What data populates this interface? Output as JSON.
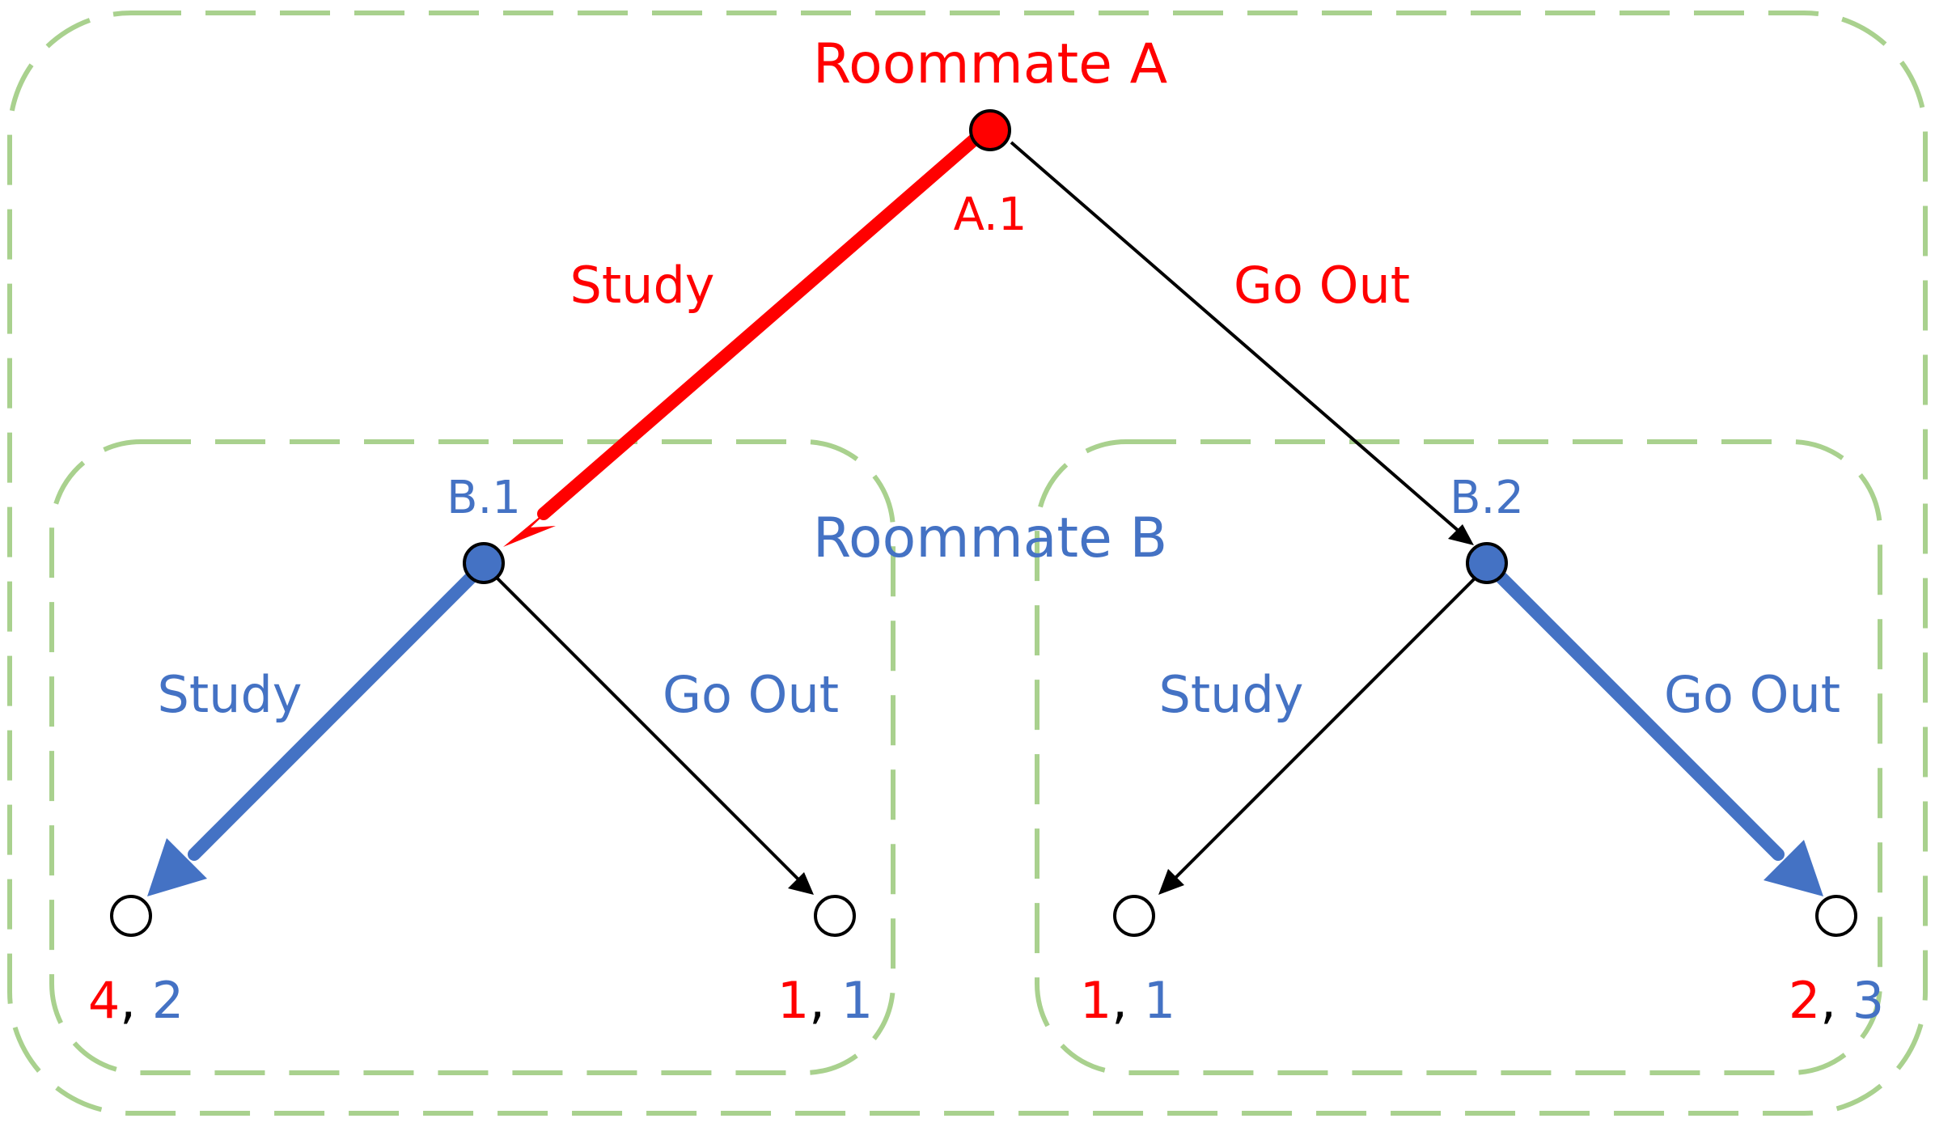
{
  "diagram": {
    "players": {
      "a": {
        "name": "Roommate A",
        "color": "#ff0000"
      },
      "b": {
        "name": "Roommate B",
        "color": "#4472c4"
      }
    },
    "nodes": {
      "a1": "A.1",
      "b1": "B.1",
      "b2": "B.2"
    },
    "moves": {
      "a_study": "Study",
      "a_goout": "Go Out",
      "b1_study": "Study",
      "b1_goout": "Go Out",
      "b2_study": "Study",
      "b2_goout": "Go Out"
    },
    "payoffs": [
      {
        "a": "4",
        "b": "2"
      },
      {
        "a": "1",
        "b": "1"
      },
      {
        "a": "1",
        "b": "1"
      },
      {
        "a": "2",
        "b": "3"
      }
    ],
    "separator": ",",
    "colors": {
      "player_a": "#ff0000",
      "player_b": "#4472c4",
      "subgame_border": "#a9d18e",
      "edge": "#000000"
    }
  }
}
